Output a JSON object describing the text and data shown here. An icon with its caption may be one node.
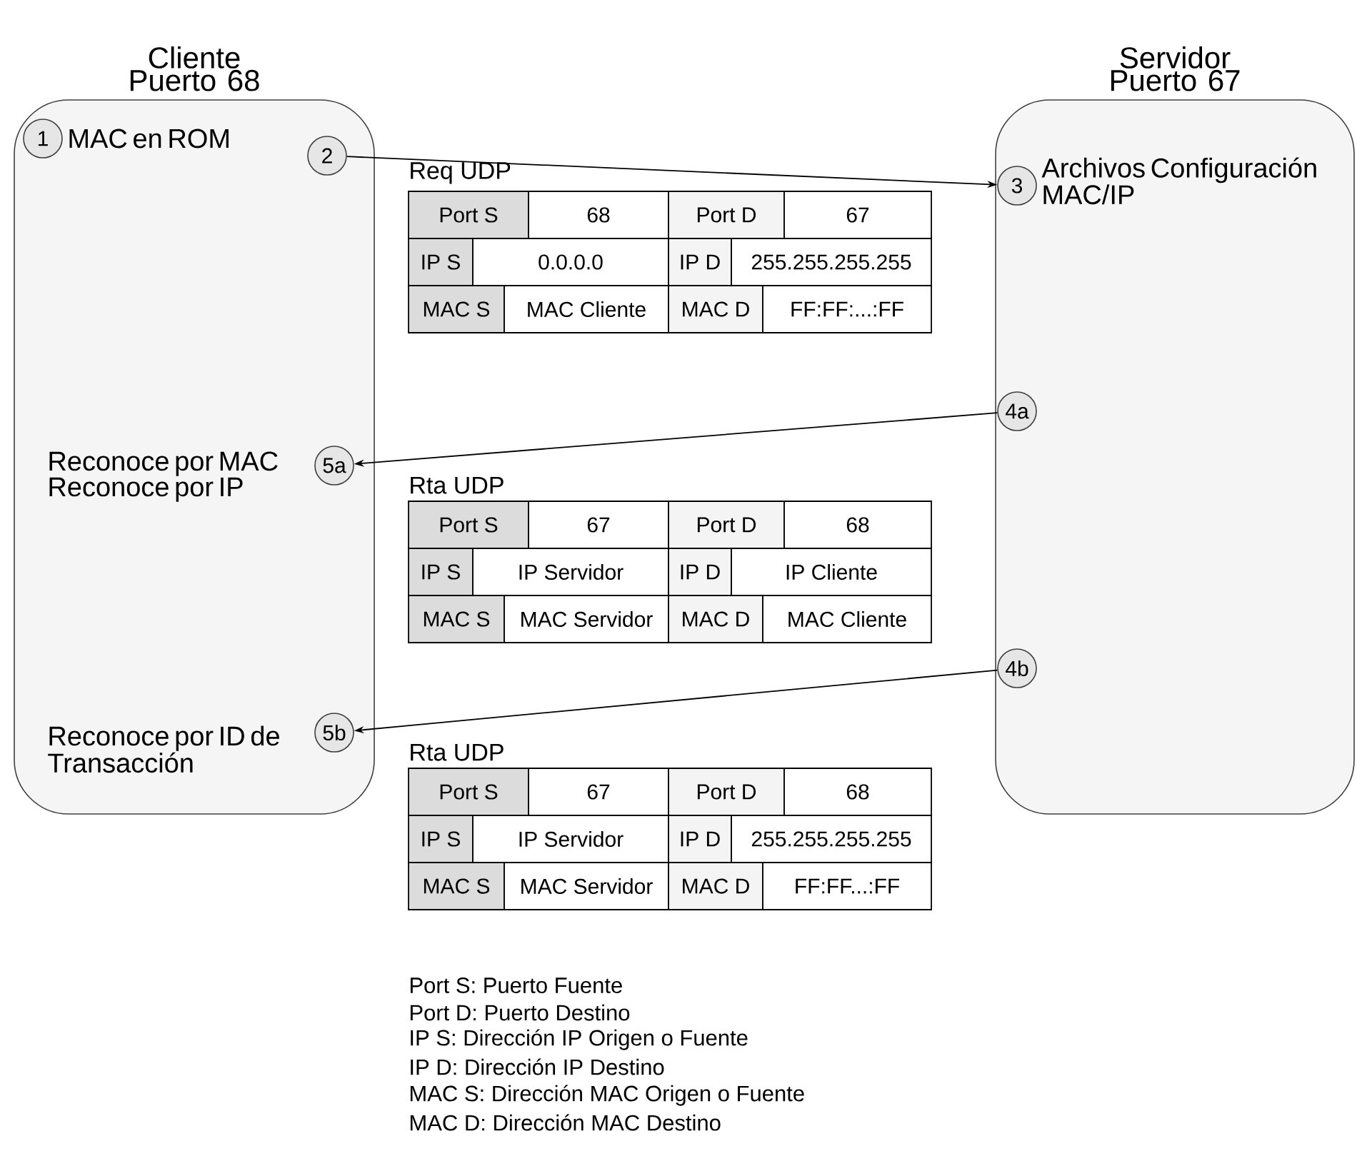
{
  "diagram": {
    "nodes": [
      {
        "text": [
          "Cliente Puerto 68"
        ]
      },
      {
        "text": [
          "Servidor Puerto 67"
        ]
      },
      {
        "text": [
          "1"
        ],
        "in": 0,
        "beside": [
          "MAC en ROM"
        ]
      },
      {
        "text": [
          "2"
        ],
        "in": 0
      },
      {
        "text": [
          "3"
        ],
        "in": 1,
        "beside": [
          "Archivos Configuración MAC/IP"
        ]
      },
      {
        "text": [
          "4a"
        ],
        "in": 1
      },
      {
        "text": [
          "5a"
        ],
        "in": 0,
        "beside": [
          "Reconoce por MAC Reconoce por IP"
        ]
      },
      {
        "text": [
          "4b"
        ],
        "in": 1
      },
      {
        "text": [
          "5b"
        ],
        "in": 0,
        "beside": [
          "Reconoce por ID de Transacción"
        ]
      }
    ],
    "edges": [
      {
        "from": 3,
        "to": 4,
        "arrow": "to"
      },
      {
        "from": 5,
        "to": 6,
        "arrow": "to"
      },
      {
        "from": 7,
        "to": 8,
        "arrow": "to"
      }
    ],
    "labels": [
      "Req UDP",
      "Port S",
      "68",
      "Port D",
      "67",
      "IP S",
      "0.0.0.0",
      "IP D",
      "255.255.255.255",
      "MAC S",
      "MAC Cliente",
      "MAC D",
      "FF:FF:...:FF",
      "Rta UDP",
      "Port S",
      "67",
      "Port D",
      "68",
      "IP S",
      "IP Servidor",
      "IP D",
      "IP Cliente",
      "MAC S",
      "MAC Servidor",
      "MAC D",
      "MAC Cliente",
      "Rta UDP",
      "Port S",
      "67",
      "Port D",
      "68",
      "IP S",
      "IP Servidor",
      "IP D",
      "255.255.255.255",
      "MAC S",
      "MAC Servidor",
      "MAC D",
      "FF:FF...:FF",
      "Port S: Puerto Fuente",
      "Port D: Puerto Destino",
      "IP S: Dirección IP Origen o Fuente",
      "IP D: Dirección IP Destino",
      "MAC S: Dirección MAC Origen o Fuente",
      "MAC D: Dirección MAC Destino"
    ]
  }
}
